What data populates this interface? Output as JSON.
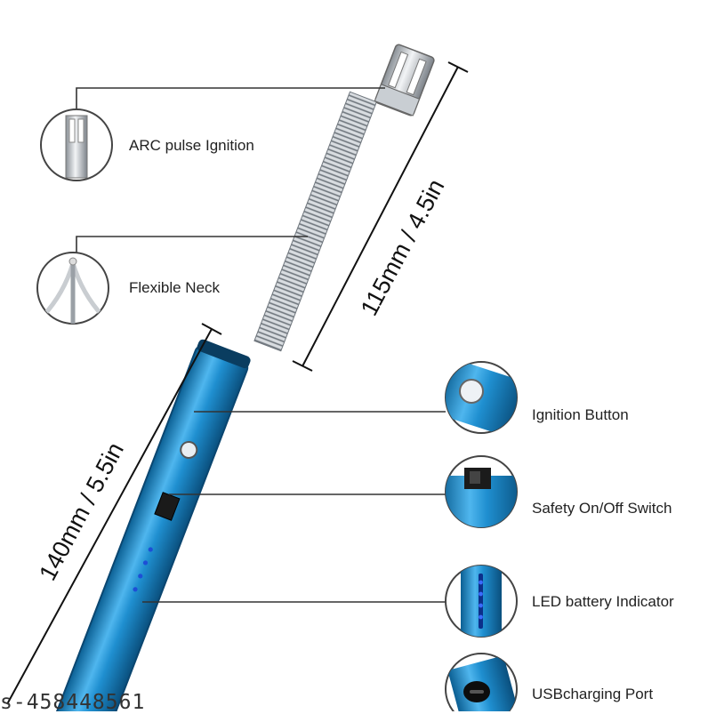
{
  "callouts": {
    "arc_pulse_ignition": "ARC pulse Ignition",
    "flexible_neck": "Flexible Neck",
    "ignition_button": "Ignition Button",
    "safety_switch": "Safety On/Off Switch",
    "led_indicator": "LED battery Indicator",
    "usb_port": "USBcharging Port"
  },
  "dimensions": {
    "neck_length": "115mm / 4.5in",
    "body_length": "140mm / 5.5in"
  },
  "watermark": "s-458448561",
  "colors": {
    "body_blue": "#1f8fd0",
    "body_dark": "#0b5f93",
    "metal": "#b9bec4",
    "line": "#333333"
  }
}
